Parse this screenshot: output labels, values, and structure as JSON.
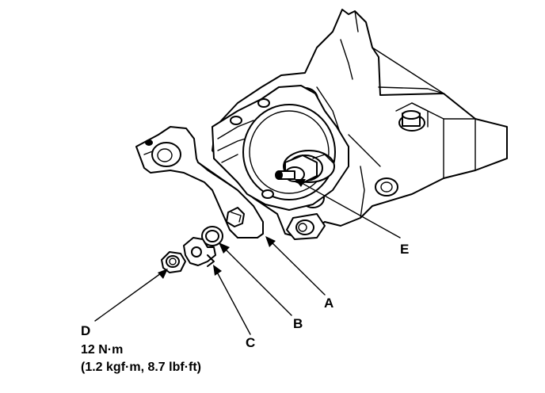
{
  "callouts": {
    "a": "A",
    "b": "B",
    "c": "C",
    "d": "D",
    "e": "E"
  },
  "torque_spec": {
    "line1": "12 N·m",
    "line2": "(1.2 kgf·m, 8.7 lbf·ft)"
  }
}
